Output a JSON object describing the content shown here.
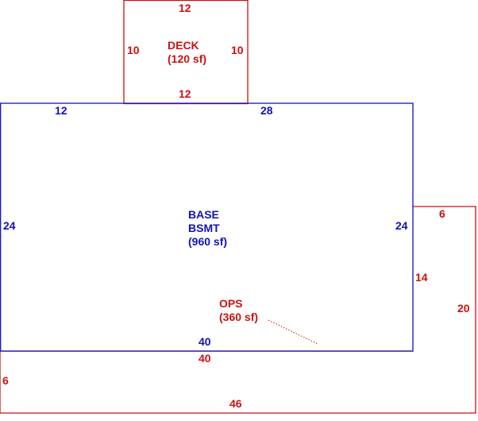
{
  "colors": {
    "red": "#cc1111",
    "blue": "#1111bb"
  },
  "deck": {
    "name": "DECK",
    "area": "(120 sf)",
    "top": "12",
    "bottom": "12",
    "left": "10",
    "right": "10"
  },
  "base": {
    "line1": "BASE",
    "line2": "BSMT",
    "area": "(960 sf)",
    "top_left": "12",
    "top_right": "28",
    "left": "24",
    "right": "24",
    "bottom": "40"
  },
  "ops": {
    "name": "OPS",
    "area": "(360 sf)",
    "top": "40",
    "top_right": "6",
    "right_inner": "14",
    "right_outer": "20",
    "left": "6",
    "bottom": "46"
  }
}
